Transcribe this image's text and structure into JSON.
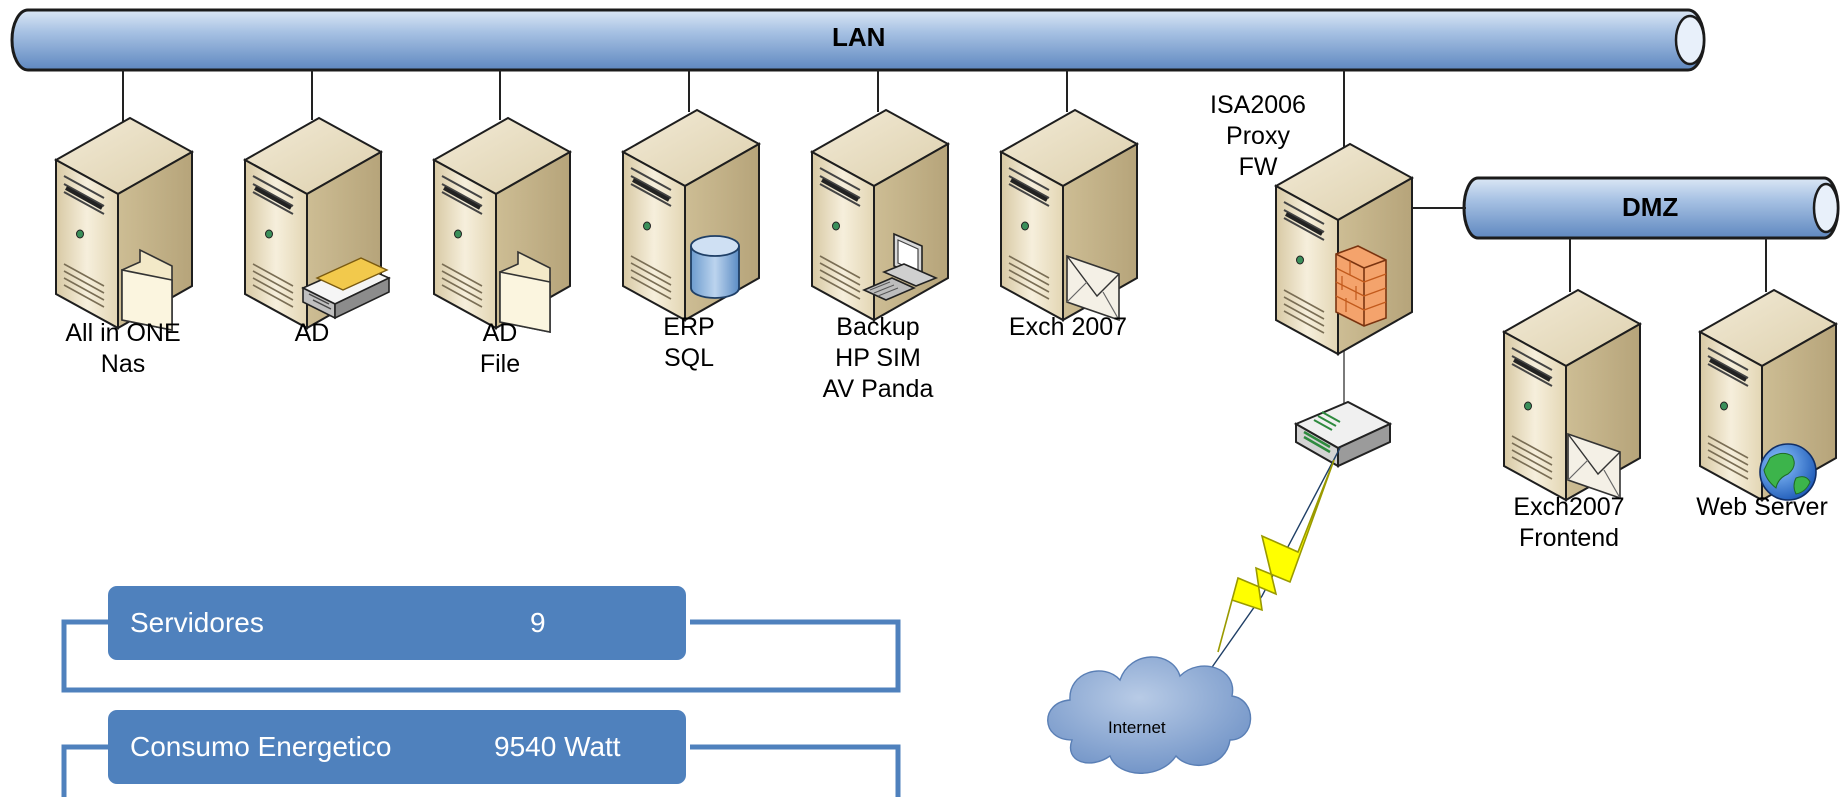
{
  "networks": {
    "lan": {
      "label": "LAN"
    },
    "dmz": {
      "label": "DMZ"
    }
  },
  "servers": [
    {
      "id": "s1",
      "lines": [
        "All in ONE",
        "Nas"
      ],
      "badge": "folder"
    },
    {
      "id": "s2",
      "lines": [
        "AD"
      ],
      "badge": "tape"
    },
    {
      "id": "s3",
      "lines": [
        "AD",
        "File"
      ],
      "badge": "folder"
    },
    {
      "id": "s4",
      "lines": [
        "ERP",
        "SQL"
      ],
      "badge": "database"
    },
    {
      "id": "s5",
      "lines": [
        "Backup",
        "HP SIM",
        "AV Panda"
      ],
      "badge": "pc"
    },
    {
      "id": "s6",
      "lines": [
        "Exch 2007"
      ],
      "badge": "mail"
    },
    {
      "id": "s7",
      "lines": [
        "ISA2006",
        "Proxy",
        "FW"
      ],
      "badge": "firewall"
    },
    {
      "id": "s8",
      "lines": [
        "Exch2007",
        "Frontend"
      ],
      "badge": "mail"
    },
    {
      "id": "s9",
      "lines": [
        "Web Server"
      ],
      "badge": "globe"
    }
  ],
  "internet": {
    "label": "Internet"
  },
  "stats": [
    {
      "label": "Servidores",
      "value": "9"
    },
    {
      "label": "Consumo Energetico",
      "value": "9540 Watt"
    }
  ],
  "colors": {
    "bus": "#9cb8dc",
    "bus_dark": "#4f79b2",
    "stat_box": "#4f81bd",
    "server_body": "#e8dcc0",
    "firewall": "#ed7d31",
    "lightning": "#ffff00"
  }
}
